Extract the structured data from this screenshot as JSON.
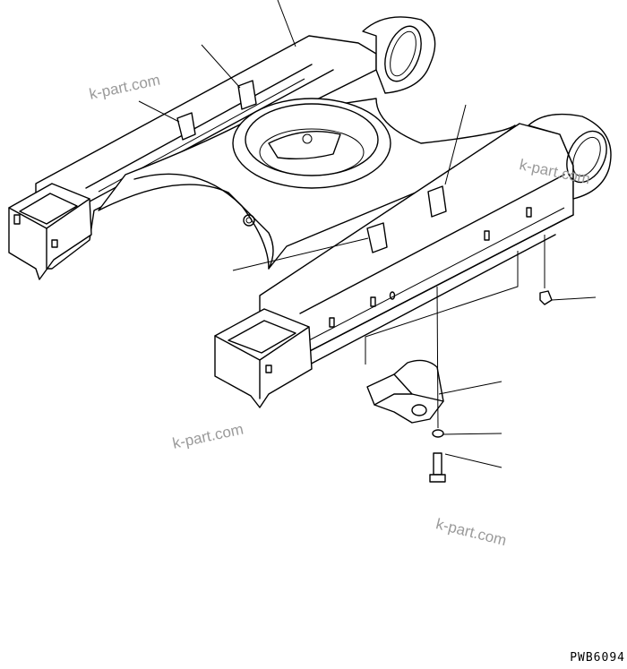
{
  "watermarks": [
    "k-part.com",
    "k-part.com",
    "k-part.com",
    "k-part.com"
  ],
  "drawing_code": "PWB6094"
}
